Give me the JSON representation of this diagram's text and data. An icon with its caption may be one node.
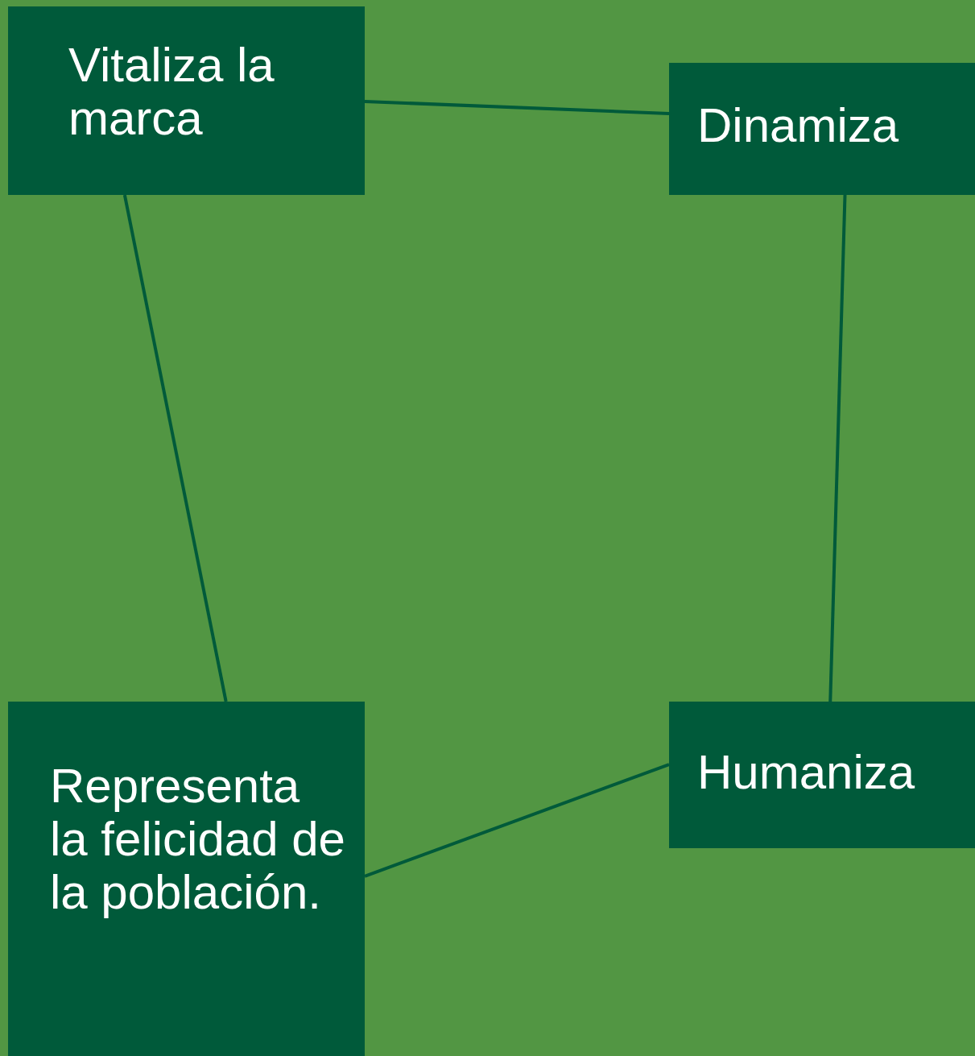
{
  "diagram": {
    "nodes": [
      {
        "text": [
          "Vitaliza la marca"
        ]
      },
      {
        "text": [
          "Dinamiza"
        ]
      },
      {
        "text": [
          "Representa la felicidad de la población."
        ]
      },
      {
        "text": [
          "Humaniza"
        ]
      }
    ],
    "edges": [
      {
        "from": 0,
        "to": 1,
        "arrow": "none"
      },
      {
        "from": 1,
        "to": 3,
        "arrow": "none"
      },
      {
        "from": 0,
        "to": 2,
        "arrow": "none"
      },
      {
        "from": 2,
        "to": 3,
        "arrow": "none"
      }
    ]
  }
}
